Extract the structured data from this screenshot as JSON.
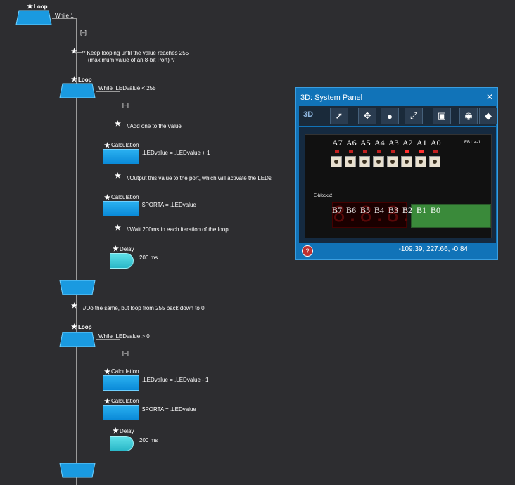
{
  "flowchart": {
    "loop1": {
      "tag": "Loop",
      "cond": "While 1",
      "toggle": "[–]"
    },
    "comment1": "/* Keep looping until the value reaches 255\n    (maximum value of an 8-bit Port) */",
    "loop2": {
      "tag": "Loop",
      "cond": "While .LEDvalue < 255",
      "toggle": "[–]"
    },
    "comment2": "//Add one to the value",
    "calc1": {
      "tag": "Calculation",
      "expr": ".LEDvalue = .LEDvalue + 1"
    },
    "comment3": "//Output this value to the port, which will activate the LEDs",
    "calc2": {
      "tag": "Calculation",
      "expr": "$PORTA = .LEDvalue"
    },
    "comment4": "//Wait 200ms in each iteration of the loop",
    "delay1": {
      "tag": "Delay",
      "value": "200 ms"
    },
    "comment5": "//Do the same, but loop from 255 back down to 0",
    "loop3": {
      "tag": "Loop",
      "cond": "While .LEDvalue > 0",
      "toggle": "[–]"
    },
    "calc3": {
      "tag": "Calculation",
      "expr": ".LEDvalue = .LEDvalue - 1"
    },
    "calc4": {
      "tag": "Calculation",
      "expr": "$PORTA = .LEDvalue"
    },
    "delay2": {
      "tag": "Delay",
      "value": "200 ms"
    }
  },
  "panel": {
    "title": "3D: System Panel",
    "close": "✕",
    "mode": "3D",
    "coords": "-109.39, 227.66, -0.84",
    "help": "?",
    "board": {
      "top_pins": [
        "A7",
        "A6",
        "A5",
        "A4",
        "A3",
        "A2",
        "A1",
        "A0"
      ],
      "bottom_pins": [
        "B7",
        "B6",
        "B5",
        "B4",
        "B3",
        "B2",
        "B1",
        "B0"
      ],
      "seg_display": "8.8.8.8.",
      "part_label": "EB114-1",
      "side_label": "E-blocks2"
    }
  },
  "colors": {
    "background": "#2d2d30",
    "block_blue": "#1a9ae0",
    "delay_cyan": "#4fd4e0",
    "panel_blue": "#1173b8"
  }
}
